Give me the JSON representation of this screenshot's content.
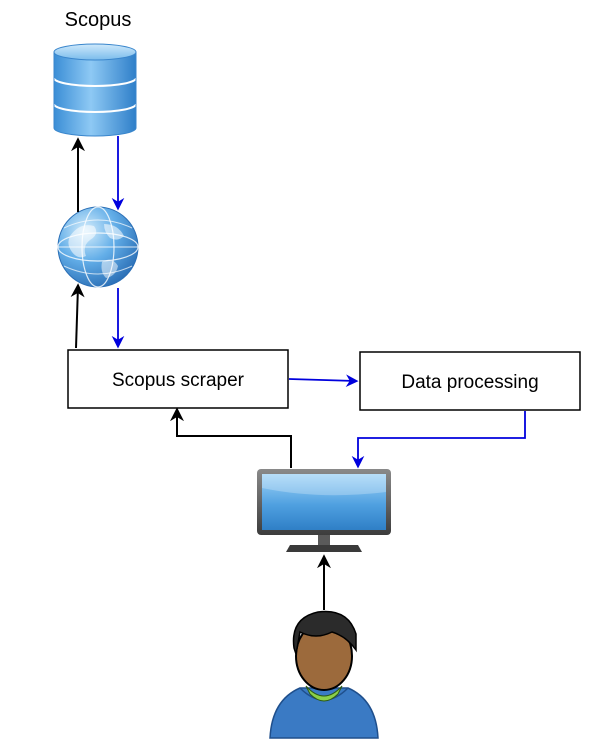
{
  "diagram": {
    "database_label": "Scopus",
    "scraper_label": "Scopus scraper",
    "processing_label": "Data processing"
  },
  "icons": {
    "database": "database-icon",
    "globe": "globe-icon",
    "monitor": "monitor-icon",
    "user": "user-icon"
  },
  "colors": {
    "request_arrow": "#000000",
    "response_arrow": "#0000dd",
    "database_fill": "#5aa7e6",
    "monitor_screen": "#3f93dc",
    "user_hoodie": "#3a7ac4",
    "user_skin": "#9c6a3c",
    "user_collar": "#8bd04a"
  }
}
